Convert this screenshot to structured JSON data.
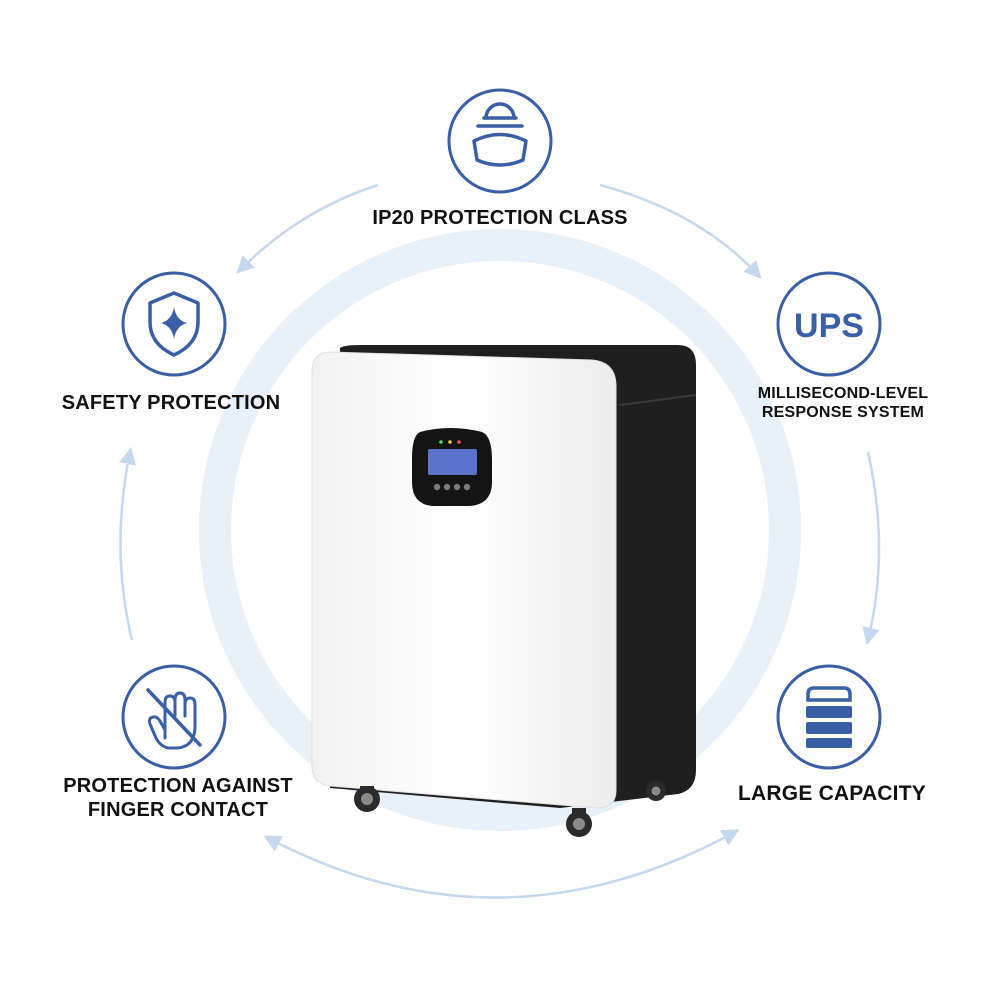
{
  "colors": {
    "accent": "#3b5fa6",
    "ring": "#e8f0fa",
    "arrow": "#c6d8ee",
    "text": "#111111",
    "device_front": "#fbfbfb",
    "device_body": "#1f1f1f",
    "display_screen": "#5b73c9"
  },
  "features": {
    "ip20": {
      "label": "IP20 PROTECTION CLASS",
      "icon": "user-shield-icon"
    },
    "safety": {
      "label": "SAFETY PROTECTION",
      "icon": "shield-star-icon"
    },
    "ups": {
      "icon_text": "UPS",
      "label_line1": "MILLISECOND-LEVEL",
      "label_line2": "RESPONSE SYSTEM"
    },
    "finger": {
      "label_line1": "PROTECTION AGAINST",
      "label_line2": "FINGER CONTACT",
      "icon": "no-touch-hand-icon"
    },
    "capacity": {
      "label": "LARGE CAPACITY",
      "icon": "battery-stack-icon"
    }
  },
  "product": {
    "name": "battery-storage-cabinet",
    "display": "lcd-control-panel"
  }
}
